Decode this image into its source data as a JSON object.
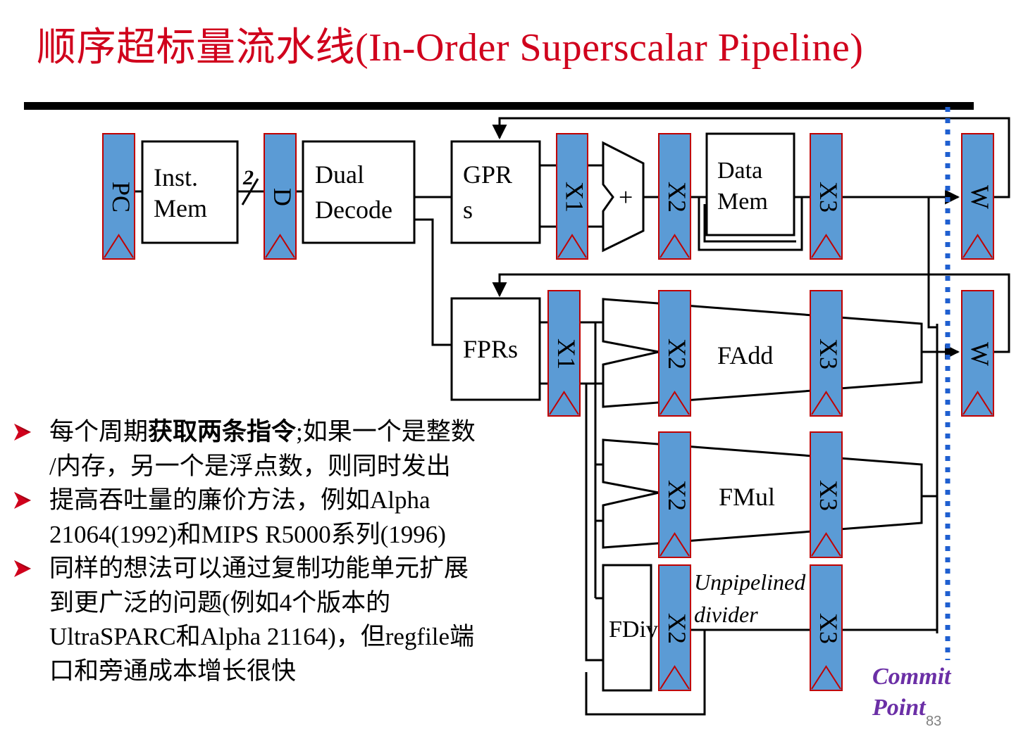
{
  "title": "顺序超标量流水线(In-Order Superscalar Pipeline)",
  "diagram": {
    "blocks": {
      "inst_mem": [
        "Inst.",
        "Mem"
      ],
      "dual_decode": [
        "Dual",
        "Decode"
      ],
      "gprs": [
        "GPR",
        "s"
      ],
      "data_mem": [
        "Data",
        "Mem"
      ],
      "fprs": "FPRs",
      "fadd": "FAdd",
      "fmul": "FMul",
      "fdiv": "FDiv",
      "alu_plus": "+"
    },
    "registers": {
      "pc": "PC",
      "d": "D",
      "int_x1": "X1",
      "int_x2": "X2",
      "int_x3": "X3",
      "int_w": "W",
      "fp_x1": "X1",
      "fadd_x2": "X2",
      "fadd_x3": "X3",
      "fp_w": "W",
      "fmul_x2": "X2",
      "fmul_x3": "X3",
      "fdiv_x2": "X2",
      "fdiv_x3": "X3"
    },
    "fetch_width": "2",
    "unpipelined_label": [
      "Unpipelined",
      "divider"
    ],
    "commit_label": [
      "Commit",
      "Point"
    ],
    "colors": {
      "register_fill": "#5b9bd5",
      "register_border": "#c00000",
      "commit_line": "#1f5fd0",
      "commit_text": "#6b2fa6",
      "title": "#d0001c"
    }
  },
  "bullets": [
    [
      "每个周期",
      "获取两条指令",
      ";如果一个是整数",
      "/内存，另一个是浮点数，则同时发出"
    ],
    [
      "提高吞吐量的廉价方法，例如Alpha",
      "21064(1992)和MIPS R5000系列(1996)"
    ],
    [
      "同样的想法可以通过复制功能单元扩展",
      "到更广泛的问题(例如4个版本的",
      "UltraSPARC和Alpha 21164)，但regfile端",
      "口和旁通成本增长很快"
    ]
  ],
  "page_number": "83"
}
